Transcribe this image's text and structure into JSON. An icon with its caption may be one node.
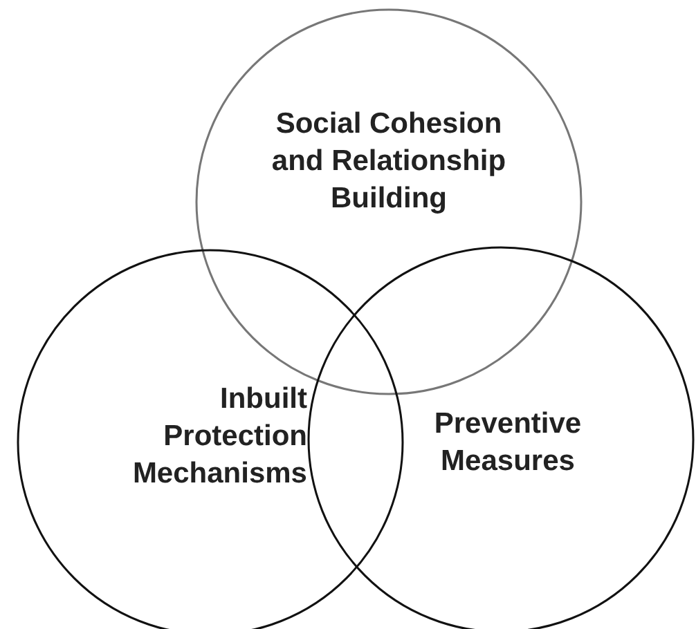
{
  "diagram": {
    "nodes": [
      {
        "text": [
          "Social Cohesion and Relationship Building"
        ]
      },
      {
        "text": [
          "Inbuilt Protection Mechanisms"
        ]
      },
      {
        "text": [
          "Preventive Measures"
        ]
      }
    ]
  }
}
